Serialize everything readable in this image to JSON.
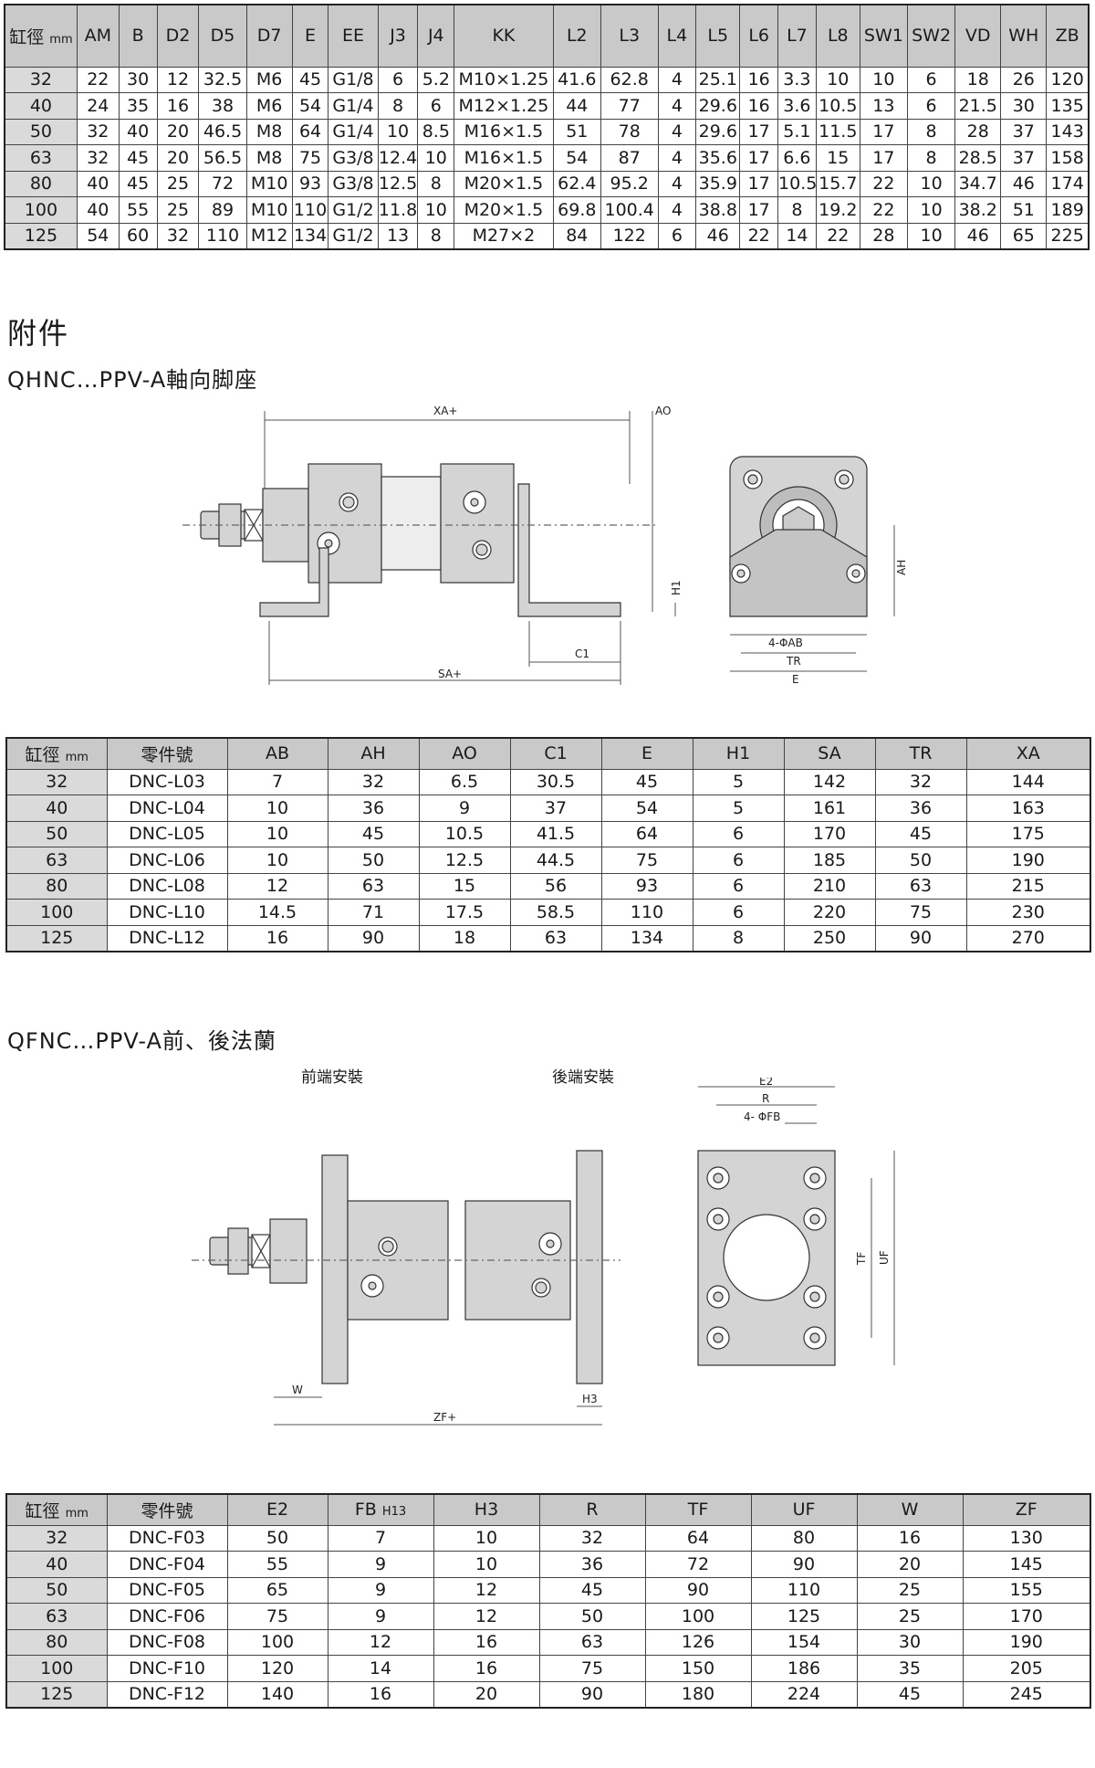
{
  "main_table": {
    "headers": [
      "缸徑",
      "AM",
      "B",
      "D2",
      "D5",
      "D7",
      "E",
      "EE",
      "J3",
      "J4",
      "KK",
      "L2",
      "L3",
      "L4",
      "L5",
      "L6",
      "L7",
      "L8",
      "SW1",
      "SW2",
      "VD",
      "WH",
      "ZB"
    ],
    "unit": "mm",
    "rows": [
      [
        "32",
        "22",
        "30",
        "12",
        "32.5",
        "M6",
        "45",
        "G1/8",
        "6",
        "5.2",
        "M10×1.25",
        "41.6",
        "62.8",
        "4",
        "25.1",
        "16",
        "3.3",
        "10",
        "10",
        "6",
        "18",
        "26",
        "120"
      ],
      [
        "40",
        "24",
        "35",
        "16",
        "38",
        "M6",
        "54",
        "G1/4",
        "8",
        "6",
        "M12×1.25",
        "44",
        "77",
        "4",
        "29.6",
        "16",
        "3.6",
        "10.5",
        "13",
        "6",
        "21.5",
        "30",
        "135"
      ],
      [
        "50",
        "32",
        "40",
        "20",
        "46.5",
        "M8",
        "64",
        "G1/4",
        "10",
        "8.5",
        "M16×1.5",
        "51",
        "78",
        "4",
        "29.6",
        "17",
        "5.1",
        "11.5",
        "17",
        "8",
        "28",
        "37",
        "143"
      ],
      [
        "63",
        "32",
        "45",
        "20",
        "56.5",
        "M8",
        "75",
        "G3/8",
        "12.4",
        "10",
        "M16×1.5",
        "54",
        "87",
        "4",
        "35.6",
        "17",
        "6.6",
        "15",
        "17",
        "8",
        "28.5",
        "37",
        "158"
      ],
      [
        "80",
        "40",
        "45",
        "25",
        "72",
        "M10",
        "93",
        "G3/8",
        "12.5",
        "8",
        "M20×1.5",
        "62.4",
        "95.2",
        "4",
        "35.9",
        "17",
        "10.5",
        "15.7",
        "22",
        "10",
        "34.7",
        "46",
        "174"
      ],
      [
        "100",
        "40",
        "55",
        "25",
        "89",
        "M10",
        "110",
        "G1/2",
        "11.8",
        "10",
        "M20×1.5",
        "69.8",
        "100.4",
        "4",
        "38.8",
        "17",
        "8",
        "19.2",
        "22",
        "10",
        "38.2",
        "51",
        "189"
      ],
      [
        "125",
        "54",
        "60",
        "32",
        "110",
        "M12",
        "134",
        "G1/2",
        "13",
        "8",
        "M27×2",
        "84",
        "122",
        "6",
        "46",
        "22",
        "14",
        "22",
        "28",
        "10",
        "46",
        "65",
        "225"
      ]
    ]
  },
  "section_accessories": "附件",
  "foot_mount": {
    "title": "QHNC…PPV-A軸向脚座",
    "dims": {
      "xa": "XA+",
      "ao": "AO",
      "h1": "H1",
      "c1": "C1",
      "sa": "SA+",
      "ah": "AH",
      "ab": "4-ΦAB",
      "tr": "TR",
      "e": "E"
    },
    "headers": [
      "缸徑",
      "零件號",
      "AB",
      "AH",
      "AO",
      "C1",
      "E",
      "H1",
      "SA",
      "TR",
      "XA"
    ],
    "unit": "mm",
    "rows": [
      [
        "32",
        "DNC-L03",
        "7",
        "32",
        "6.5",
        "30.5",
        "45",
        "5",
        "142",
        "32",
        "144"
      ],
      [
        "40",
        "DNC-L04",
        "10",
        "36",
        "9",
        "37",
        "54",
        "5",
        "161",
        "36",
        "163"
      ],
      [
        "50",
        "DNC-L05",
        "10",
        "45",
        "10.5",
        "41.5",
        "64",
        "6",
        "170",
        "45",
        "175"
      ],
      [
        "63",
        "DNC-L06",
        "10",
        "50",
        "12.5",
        "44.5",
        "75",
        "6",
        "185",
        "50",
        "190"
      ],
      [
        "80",
        "DNC-L08",
        "12",
        "63",
        "15",
        "56",
        "93",
        "6",
        "210",
        "63",
        "215"
      ],
      [
        "100",
        "DNC-L10",
        "14.5",
        "71",
        "17.5",
        "58.5",
        "110",
        "6",
        "220",
        "75",
        "230"
      ],
      [
        "125",
        "DNC-L12",
        "16",
        "90",
        "18",
        "63",
        "134",
        "8",
        "250",
        "90",
        "270"
      ]
    ]
  },
  "flange": {
    "title": "QFNC…PPV-A前、後法蘭",
    "front_label": "前端安裝",
    "rear_label": "後端安裝",
    "dims": {
      "e2": "E2",
      "r": "R",
      "fb": "4- ΦFB",
      "tf": "TF",
      "uf": "UF",
      "w": "W",
      "h3": "H3",
      "zf": "ZF+"
    },
    "headers": [
      "缸徑",
      "零件號",
      "E2",
      "FB",
      "H3",
      "R",
      "TF",
      "UF",
      "W",
      "ZF"
    ],
    "fb_sub": "H13",
    "unit": "mm",
    "rows": [
      [
        "32",
        "DNC-F03",
        "50",
        "7",
        "10",
        "32",
        "64",
        "80",
        "16",
        "130"
      ],
      [
        "40",
        "DNC-F04",
        "55",
        "9",
        "10",
        "36",
        "72",
        "90",
        "20",
        "145"
      ],
      [
        "50",
        "DNC-F05",
        "65",
        "9",
        "12",
        "45",
        "90",
        "110",
        "25",
        "155"
      ],
      [
        "63",
        "DNC-F06",
        "75",
        "9",
        "12",
        "50",
        "100",
        "125",
        "25",
        "170"
      ],
      [
        "80",
        "DNC-F08",
        "100",
        "12",
        "16",
        "63",
        "126",
        "154",
        "30",
        "190"
      ],
      [
        "100",
        "DNC-F10",
        "120",
        "14",
        "16",
        "75",
        "150",
        "186",
        "35",
        "205"
      ],
      [
        "125",
        "DNC-F12",
        "140",
        "16",
        "20",
        "90",
        "180",
        "224",
        "45",
        "245"
      ]
    ]
  }
}
